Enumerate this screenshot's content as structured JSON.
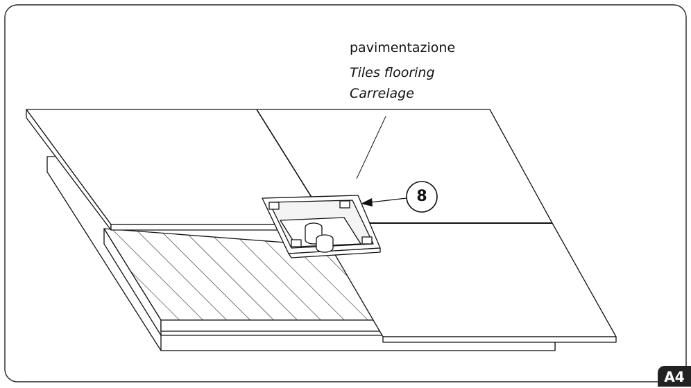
{
  "labels": {
    "main": "pavimentazione",
    "english": "Tiles flooring",
    "french": "Carrelage"
  },
  "callout": {
    "number": "8"
  },
  "figure": {
    "badge": "A4"
  }
}
